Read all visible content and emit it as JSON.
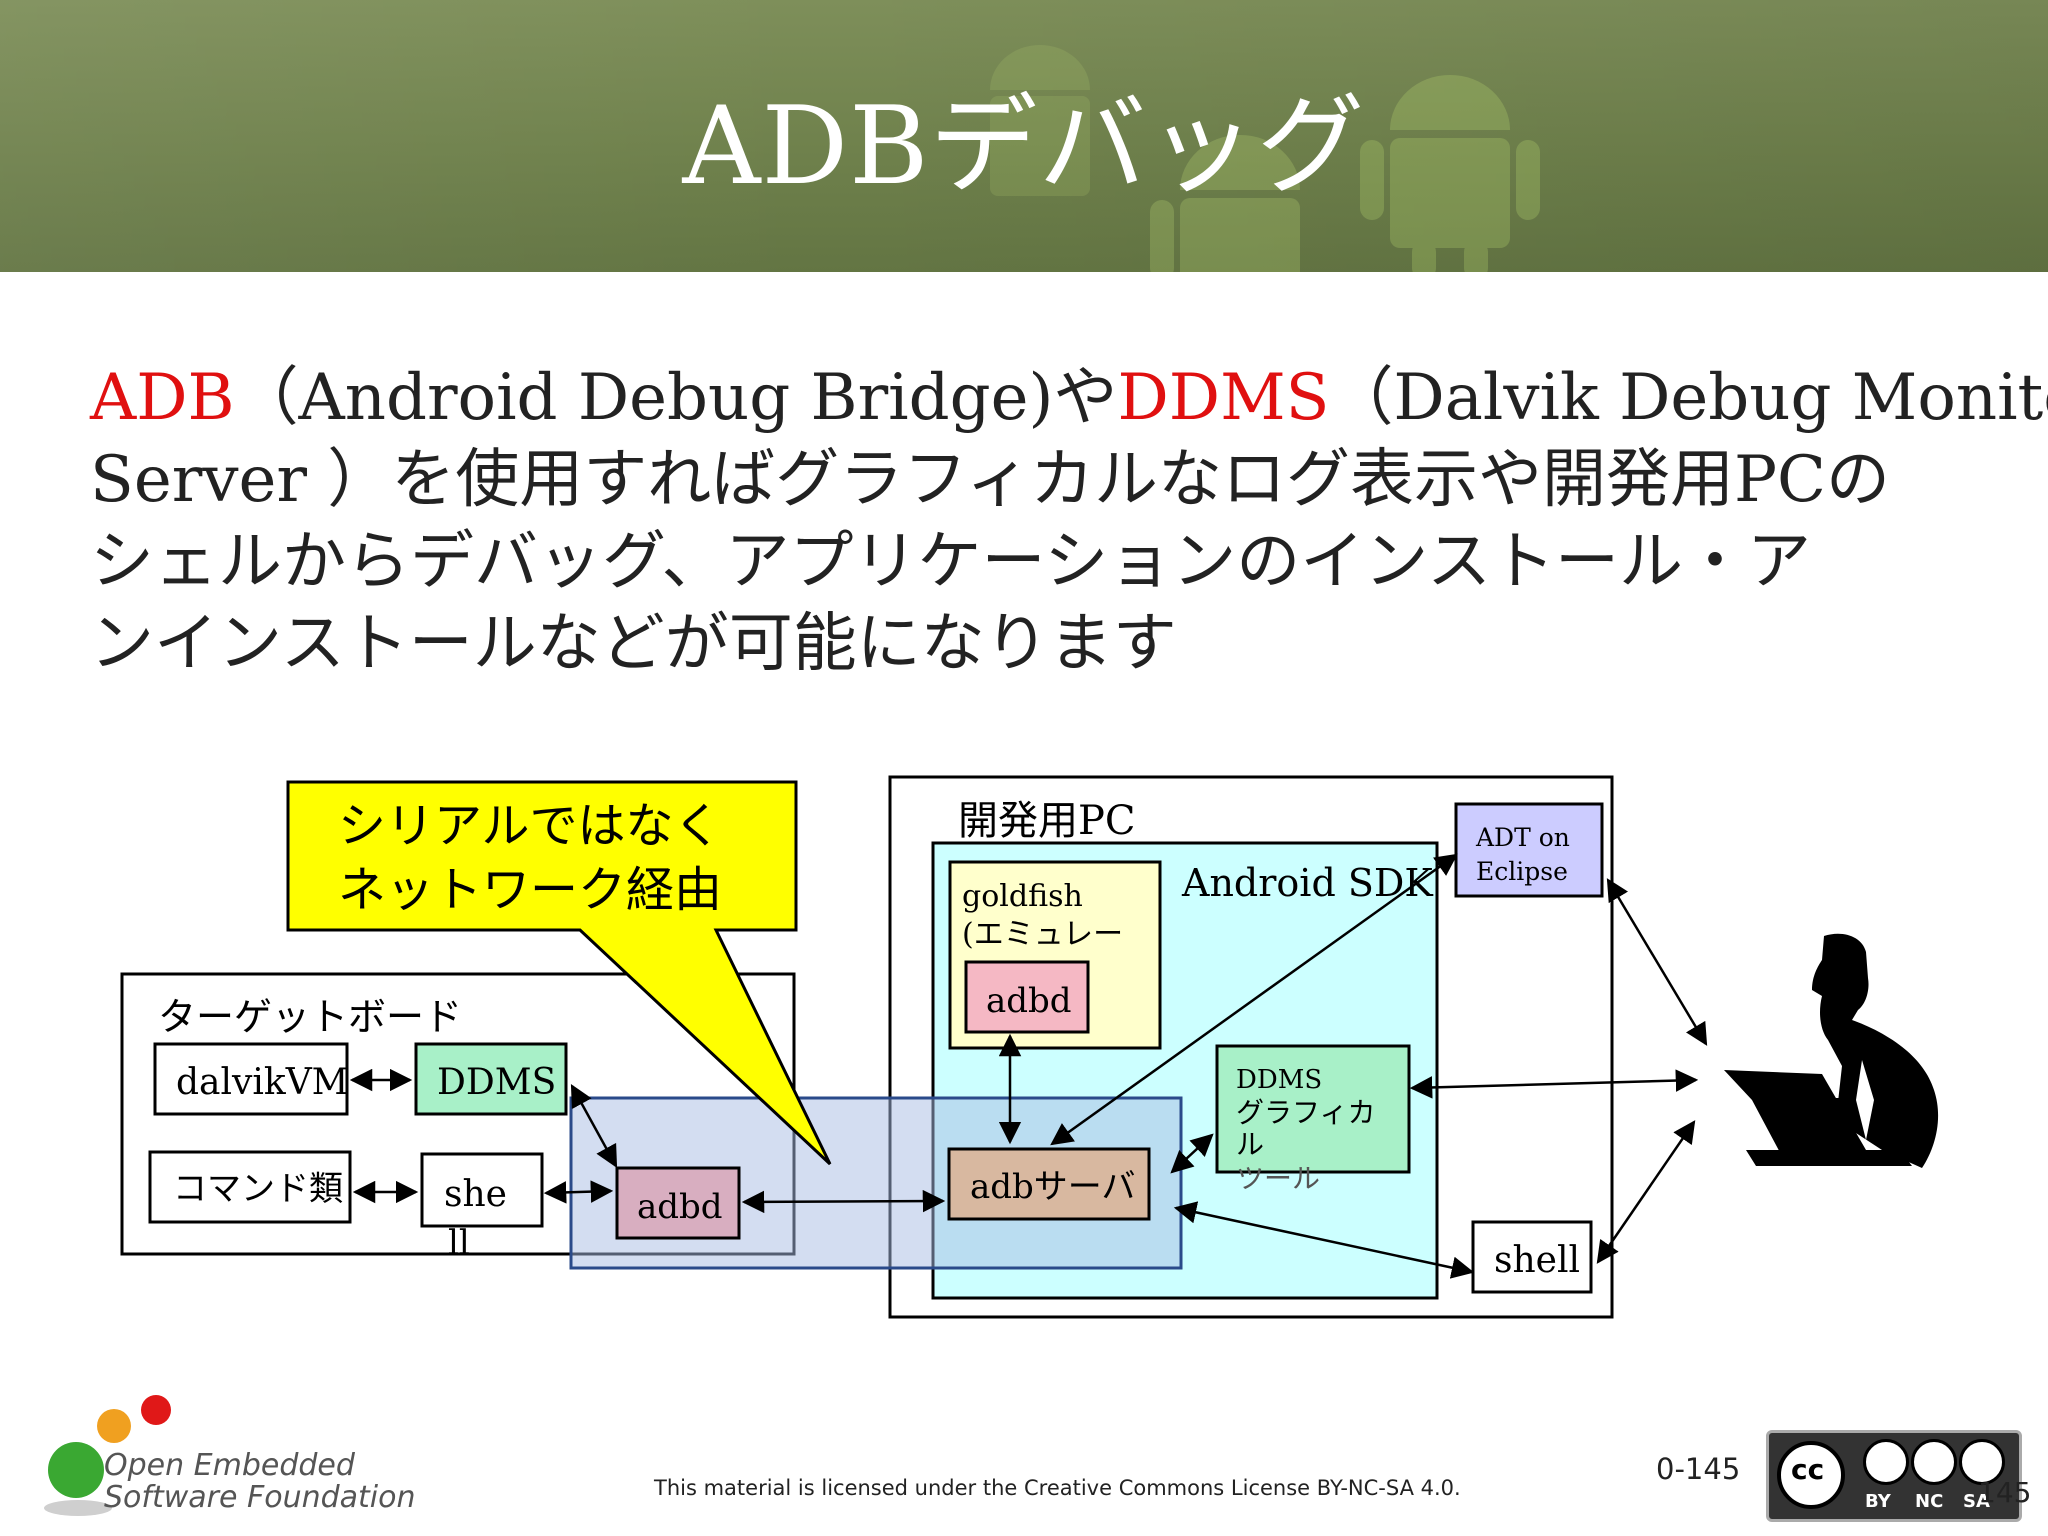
{
  "slide": {
    "title": "ADBデバッグ",
    "body": {
      "adb": "ADB",
      "adb_full": "（Android Debug Bridge)や",
      "ddms": "DDMS",
      "ddms_full": "（Dalvik Debug Monitor",
      "line2": "Server ）を使用すればグラフィカルなログ表示や開発用PCの",
      "line3": "シェルからデバッグ、アプリケーションのインストール・ア",
      "line4": "ンインストールなどが可能になります"
    }
  },
  "diagram": {
    "callout": [
      "シリアルではなく",
      "ネットワーク経由"
    ],
    "target_board": {
      "label": "ターゲットボード",
      "dalvikvm": "dalvikVM",
      "ddms": "DDMS",
      "commands": "コマンド類",
      "shell": "she",
      "shell_overflow": "ll",
      "adbd": "adbd"
    },
    "dev_pc": {
      "label": "開発用PC",
      "sdk_label": "Android SDK",
      "goldfish": [
        "goldfish",
        "(エミュレー"
      ],
      "goldfish_adbd": "adbd",
      "adb_server": "adbサーバ",
      "ddms_gui": [
        "DDMS",
        "グラフィカ",
        "ル",
        "ツール"
      ],
      "adt": [
        "ADT on",
        "Eclipse"
      ],
      "shell": "shell"
    },
    "colors": {
      "callout": "#ffff00",
      "green_box": "#a8f0c8",
      "sdk": "#ccffff",
      "adt": "#ccccff",
      "goldfish": "#ffffcc",
      "adbd": "#f5b8c4",
      "adbd_target": "#d8aec0",
      "adb_server": "#d8b8a0",
      "network": "#b8c8e8"
    }
  },
  "footer": {
    "license": "This material is licensed under the Creative Commons License BY-NC-SA 4.0.",
    "page": "0-145",
    "page_overlap": "145",
    "logo_line1": "Open Embedded",
    "logo_line2": "Software Foundation",
    "cc_badge": "cc",
    "cc_terms": [
      "BY",
      "NC",
      "SA"
    ]
  },
  "icons": [
    "android-robot-icon",
    "person-at-computer-icon",
    "cc-license-icon",
    "oesf-logo-icon"
  ]
}
